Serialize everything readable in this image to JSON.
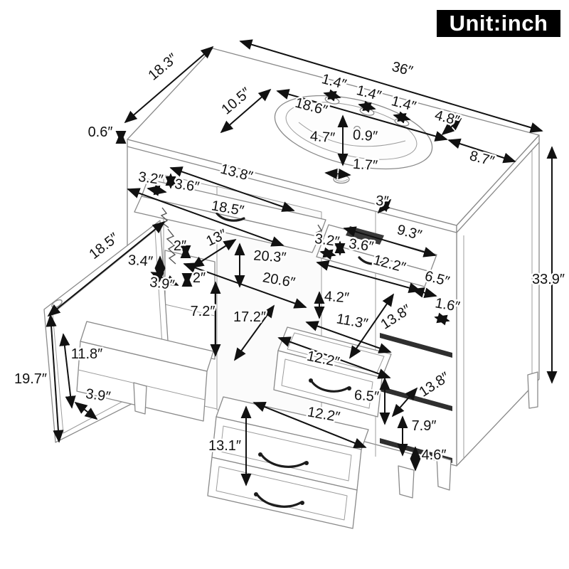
{
  "unit_label": "Unit:inch",
  "colors": {
    "background": "#ffffff",
    "cabinet_line": "#8a8a8a",
    "dimension_ink": "#111111",
    "unit_badge_bg": "#000000",
    "unit_badge_fg": "#ffffff"
  },
  "diagram": {
    "subject": "bathroom-vanity-cabinet-dimension-drawing",
    "unit": "inch"
  },
  "dims": [
    "18.3″",
    "36″",
    "0.6″",
    "10.5″",
    "18.6″",
    "1.4″",
    "1.4″",
    "1.4″",
    "4.7″",
    "0.9″",
    "4.8″",
    "8.7″",
    "1.7″",
    "3.2″",
    "3.6″",
    "13.8″",
    "18.5″",
    "3″",
    "9.3″",
    "3.2″",
    "3.6″",
    "12.2″",
    "6.5″",
    "33.9″",
    "18.5″",
    "3.4″",
    "2″",
    "13″",
    "20.3″",
    "3.9″",
    "2″",
    "20.6″",
    "7.2″",
    "17.2″",
    "4.2″",
    "11.3″",
    "13.8″",
    "1.6″",
    "12.2″",
    "6.5″",
    "13.8″",
    "12.2″",
    "13.1″",
    "7.9″",
    "4.6″",
    "19.7″",
    "11.8″",
    "3.9″"
  ]
}
